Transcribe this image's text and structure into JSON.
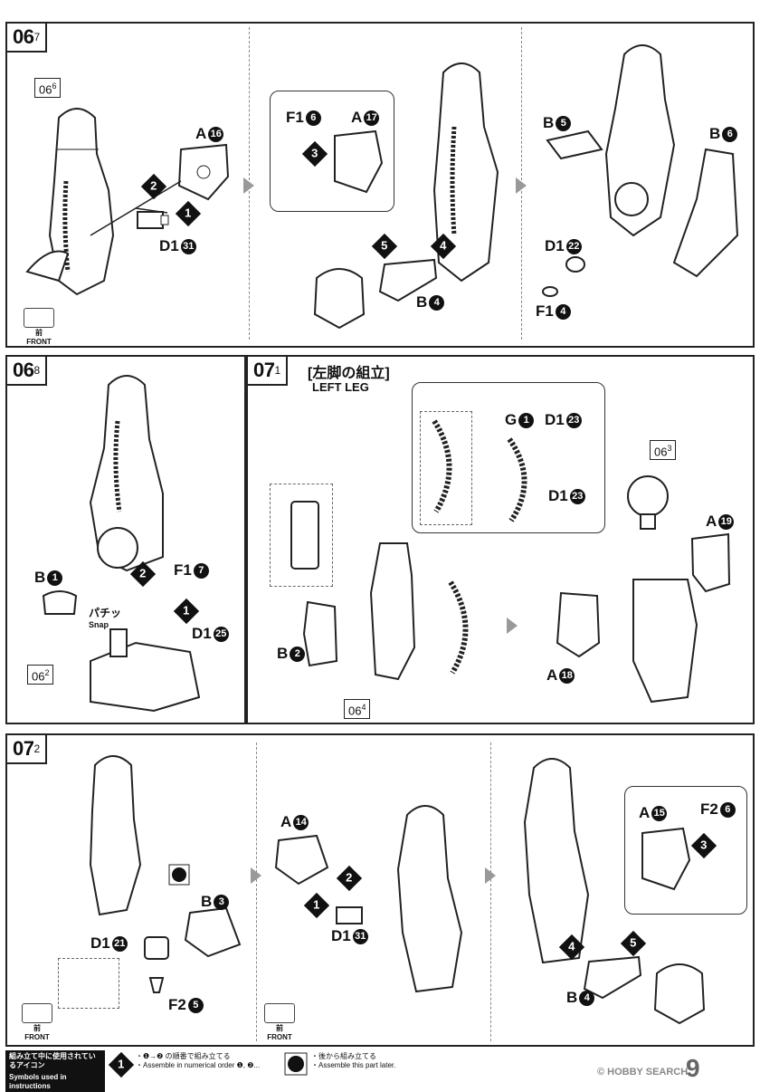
{
  "steps": {
    "s0607": {
      "label": "06",
      "sub": "7"
    },
    "s0608": {
      "label": "06",
      "sub": "8"
    },
    "s0701": {
      "label": "07",
      "sub": "1",
      "title_jp": "[左脚の組立]",
      "title_en": "LEFT LEG"
    },
    "s0702": {
      "label": "07",
      "sub": "2"
    }
  },
  "refs": {
    "r066": {
      "main": "06",
      "sub": "6"
    },
    "r063": {
      "main": "06",
      "sub": "3"
    },
    "r062": {
      "main": "06",
      "sub": "2"
    },
    "r064": {
      "main": "06",
      "sub": "4"
    }
  },
  "parts": {
    "p1": {
      "name": "A",
      "num": "16"
    },
    "p2": {
      "name": "D1",
      "num": "31"
    },
    "p3": {
      "name": "F1",
      "num": "6"
    },
    "p4": {
      "name": "A",
      "num": "17"
    },
    "p5": {
      "name": "B",
      "num": "4"
    },
    "p6": {
      "name": "B",
      "num": "5"
    },
    "p7": {
      "name": "B",
      "num": "6"
    },
    "p8": {
      "name": "D1",
      "num": "22"
    },
    "p9": {
      "name": "F1",
      "num": "4"
    },
    "p10": {
      "name": "B",
      "num": "1"
    },
    "p11": {
      "name": "F1",
      "num": "7"
    },
    "p12": {
      "name": "D1",
      "num": "25"
    },
    "p13": {
      "name": "G",
      "num": "1"
    },
    "p14": {
      "name": "D1",
      "num": "23"
    },
    "p15": {
      "name": "D1",
      "num": "23"
    },
    "p16": {
      "name": "A",
      "num": "19"
    },
    "p17": {
      "name": "B",
      "num": "2"
    },
    "p18": {
      "name": "A",
      "num": "18"
    },
    "p19": {
      "name": "B",
      "num": "3"
    },
    "p20": {
      "name": "D1",
      "num": "21"
    },
    "p21": {
      "name": "F2",
      "num": "5"
    },
    "p22": {
      "name": "A",
      "num": "14"
    },
    "p23": {
      "name": "D1",
      "num": "31"
    },
    "p24": {
      "name": "A",
      "num": "15"
    },
    "p25": {
      "name": "F2",
      "num": "6"
    },
    "p26": {
      "name": "B",
      "num": "4"
    }
  },
  "front_badge": {
    "jp": "前",
    "en": "FRONT"
  },
  "snap": {
    "jp": "パチッ",
    "en": "Snap"
  },
  "legend": {
    "title_jp": "組み立て中に使用されているアイコン",
    "title_en": "Symbols used in instructions",
    "item1_jp": "・❶→❷ の順番で組み立てる",
    "item1_en": "・Assemble in numerical order ❶, ❷...",
    "item2_jp": "・後から組み立てる",
    "item2_en": "・Assemble this part later."
  },
  "footer": {
    "logo": "© HOBBY SEARCH",
    "page": "9"
  }
}
